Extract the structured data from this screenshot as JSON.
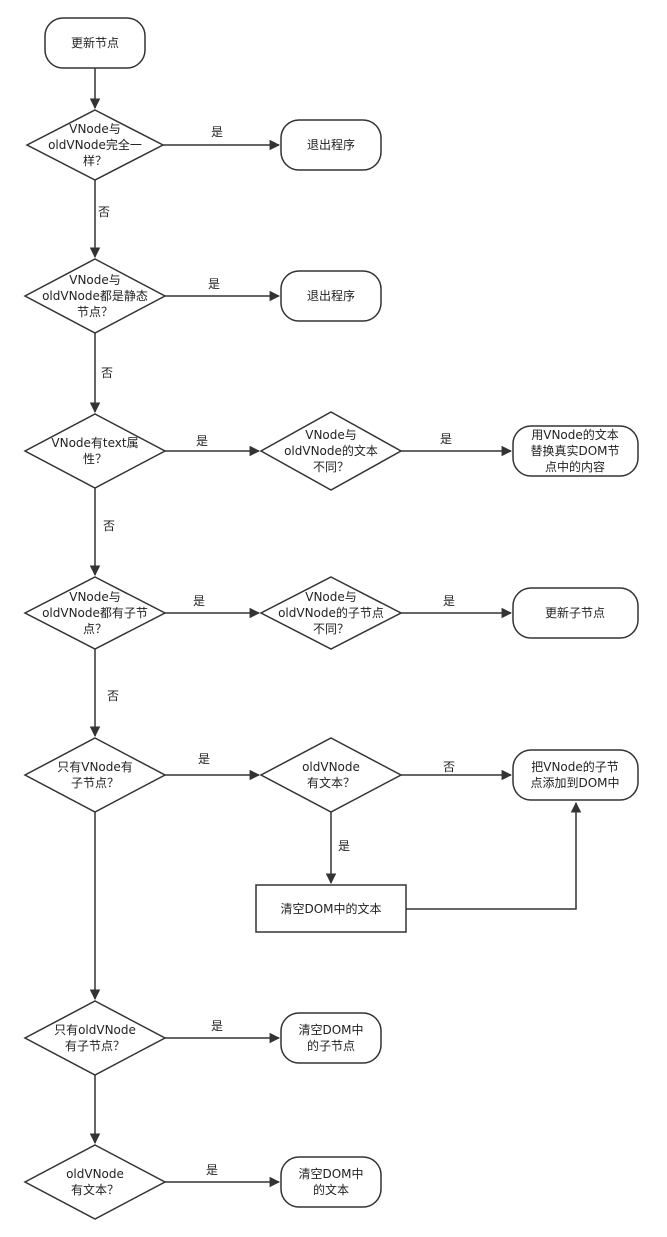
{
  "nodes": {
    "start": {
      "lines": [
        "更新节点"
      ]
    },
    "d1": {
      "lines": [
        "VNode与",
        "oldVNode完全一",
        "样？"
      ]
    },
    "exit1": {
      "lines": [
        "退出程序"
      ]
    },
    "d2": {
      "lines": [
        "VNode与",
        "oldVNode都是静态",
        "节点？"
      ]
    },
    "exit2": {
      "lines": [
        "退出程序"
      ]
    },
    "d3": {
      "lines": [
        "VNode有text属",
        "性？"
      ]
    },
    "d3b": {
      "lines": [
        "VNode与",
        "oldVNode的文本",
        "不同？"
      ]
    },
    "t3": {
      "lines": [
        "用VNode的文本",
        "替换真实DOM节",
        "点中的内容"
      ]
    },
    "d4": {
      "lines": [
        "VNode与",
        "oldVNode都有子节",
        "点？"
      ]
    },
    "d4b": {
      "lines": [
        "VNode与",
        "oldVNode的子节点",
        "不同？"
      ]
    },
    "t4": {
      "lines": [
        "更新子节点"
      ]
    },
    "d5": {
      "lines": [
        "只有VNode有",
        "子节点？"
      ]
    },
    "d5b": {
      "lines": [
        "oldVNode",
        "有文本？"
      ]
    },
    "t5": {
      "lines": [
        "把VNode的子节",
        "点添加到DOM中"
      ]
    },
    "p5": {
      "lines": [
        "清空DOM中的文本"
      ]
    },
    "d6": {
      "lines": [
        "只有oldVNode",
        "有子节点？"
      ]
    },
    "t6": {
      "lines": [
        "清空DOM中",
        "的子节点"
      ]
    },
    "d7": {
      "lines": [
        "oldVNode",
        "有文本？"
      ]
    },
    "t7": {
      "lines": [
        "清空DOM中",
        "的文本"
      ]
    }
  },
  "edge_labels": {
    "yes": "是",
    "no": "否"
  },
  "colors": {
    "stroke": "#333333",
    "fill": "#ffffff",
    "text": "#222222"
  }
}
